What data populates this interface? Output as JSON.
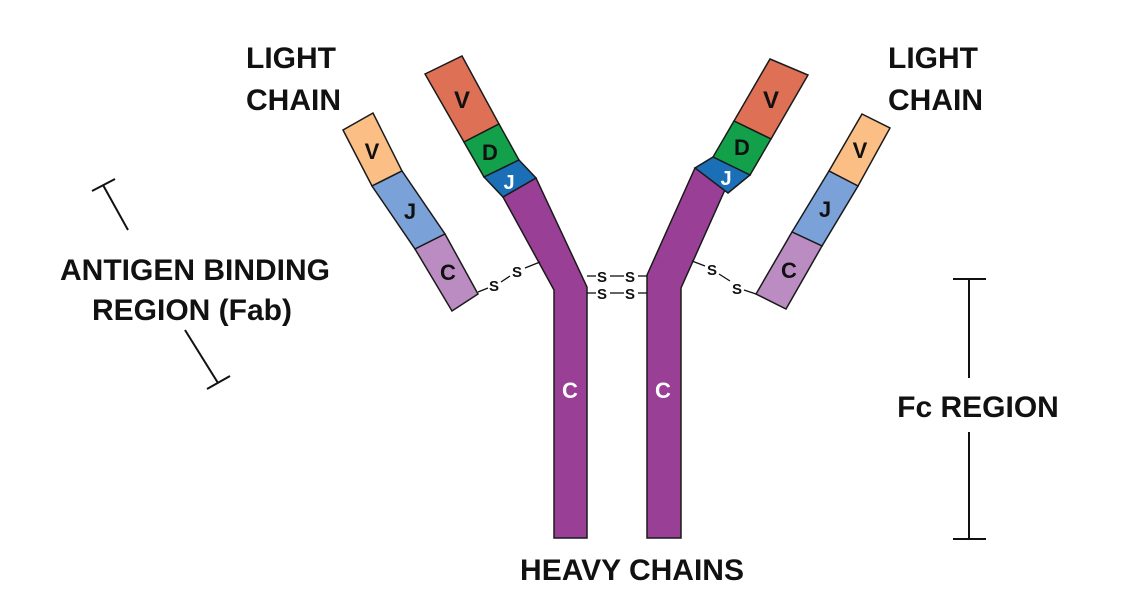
{
  "labels": {
    "light_chain_left": [
      "LIGHT",
      "CHAIN"
    ],
    "light_chain_right": [
      "LIGHT",
      "CHAIN"
    ],
    "antigen_binding": [
      "ANTIGEN BINDING",
      "REGION (Fab)"
    ],
    "fc_region": "Fc REGION",
    "heavy_chains": "HEAVY CHAINS"
  },
  "segments": {
    "v": "V",
    "d": "D",
    "j": "J",
    "c": "C"
  },
  "disulfide": {
    "s": "S"
  },
  "colors": {
    "heavy_v": "#dd7055",
    "heavy_d": "#13a04a",
    "heavy_j": "#1a6fb6",
    "heavy_c": "#9a3f96",
    "light_v": "#fbbf86",
    "light_j": "#7ba2d8",
    "light_c": "#bb8cc1"
  }
}
